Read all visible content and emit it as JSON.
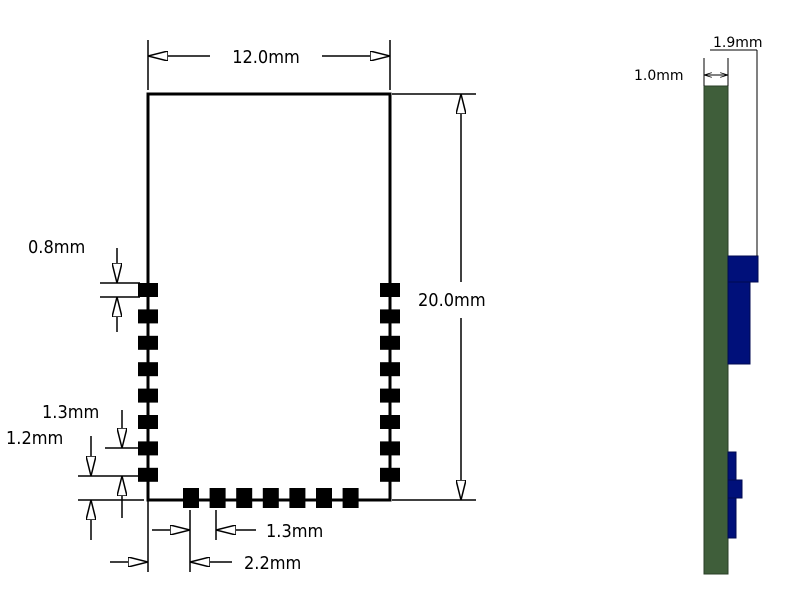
{
  "labels": {
    "width": "12.0mm",
    "height": "20.0mm",
    "pad_height": "0.8mm",
    "pad_pitch": "1.3mm",
    "bottom_offset": "1.2mm",
    "bottom_pitch": "1.3mm",
    "bottom_first": "2.2mm",
    "side_thickness": "1.0mm",
    "side_total": "1.9mm"
  },
  "colors": {
    "outline": "#000000",
    "pad": "#000000",
    "pcb": "#3f5e3a",
    "component": "#00107a"
  },
  "counts": {
    "left_pads": 8,
    "right_pads": 8,
    "bottom_pads": 7
  }
}
